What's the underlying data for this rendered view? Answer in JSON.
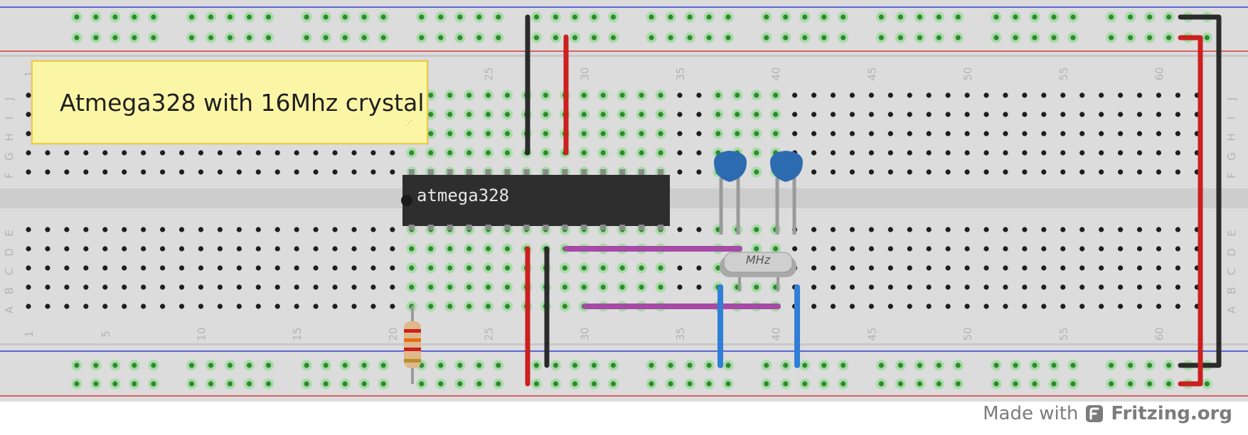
{
  "note": {
    "text": "Atmega328 with 16Mhz crystal"
  },
  "chip": {
    "label": "atmega328"
  },
  "crystal": {
    "label": "MHz"
  },
  "column_numbers_top": [
    "1",
    "25",
    "30",
    "35",
    "40",
    "45",
    "50",
    "55",
    "60"
  ],
  "column_numbers_bottom": [
    "1",
    "5",
    "10",
    "15",
    "20",
    "25",
    "30",
    "35",
    "40",
    "45",
    "50",
    "55",
    "60"
  ],
  "row_letters_top": [
    "J",
    "I",
    "H",
    "G",
    "F"
  ],
  "row_letters_bottom": [
    "E",
    "D",
    "C",
    "B",
    "A"
  ],
  "credit": {
    "prefix": "Made with",
    "brand": "Fritzing.org",
    "logo_icon": "fritzing-logo-icon"
  },
  "colors": {
    "board": "#dcdcdc",
    "rail_blue": "#2f3ed6",
    "rail_red": "#d63b3b",
    "wire_black": "#2b2b2b",
    "wire_red": "#cc1f1f",
    "wire_purple": "#a64aa6",
    "wire_blue": "#2f7fd6",
    "capacitor": "#2d6bb0",
    "chip": "#2e2e2e"
  }
}
